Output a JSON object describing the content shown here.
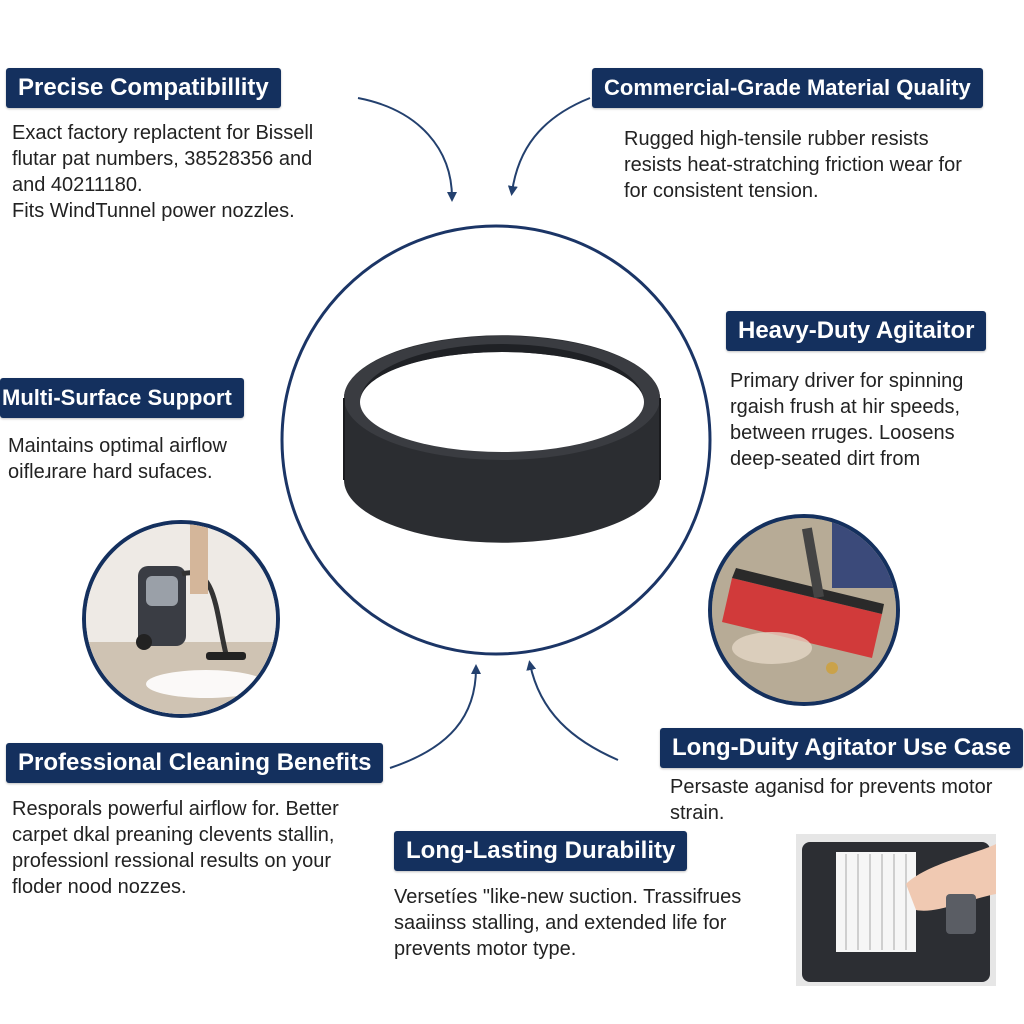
{
  "sections": {
    "precise": {
      "title": "Precise Compatibillity",
      "body": "Exact factory replactent for Bissell\nflutar pat numbers, 38528356 and\nand 40211180.\nFits WindTunnel power nozzles."
    },
    "commercial": {
      "title": "Commercial-Grade Material Quality",
      "body": "Rugged high-tensile rubber resists\nresists heat-stratching friction wear for\nfor consistent tension."
    },
    "heavy": {
      "title": "Heavy-Duty Agitaitor",
      "body": "Primary driver for spinning\nrgaish frush at hir speeds,\nbetween rruges. Loosens\ndeep-seated dirt from"
    },
    "multi": {
      "title": "Multi-Surface Support",
      "body": "Maintains optimal airflow\noifleɹrare hard sufaces."
    },
    "professional": {
      "title": "Professional Cleaning Benefits",
      "body": "Resporals powerful airflow for. Better\ncarpet dkal preaning clevents stallin,\nprofessionl ressional results on your\nfloder nood nozzes."
    },
    "longduty": {
      "title": "Long-Duity Agitator Use Case",
      "body": "Persaste aganisd for prevents motor\nstrain."
    },
    "durability": {
      "title": "Long-Lasting Durability",
      "body": "Versetíes \"like-new suction. Trassifrues\nsaaiinss stalling, and extended life for\nprevents motor type."
    }
  },
  "colors": {
    "badge": "#14305e",
    "accent_line": "#3f5f8f",
    "belt": "#2b2d31"
  }
}
